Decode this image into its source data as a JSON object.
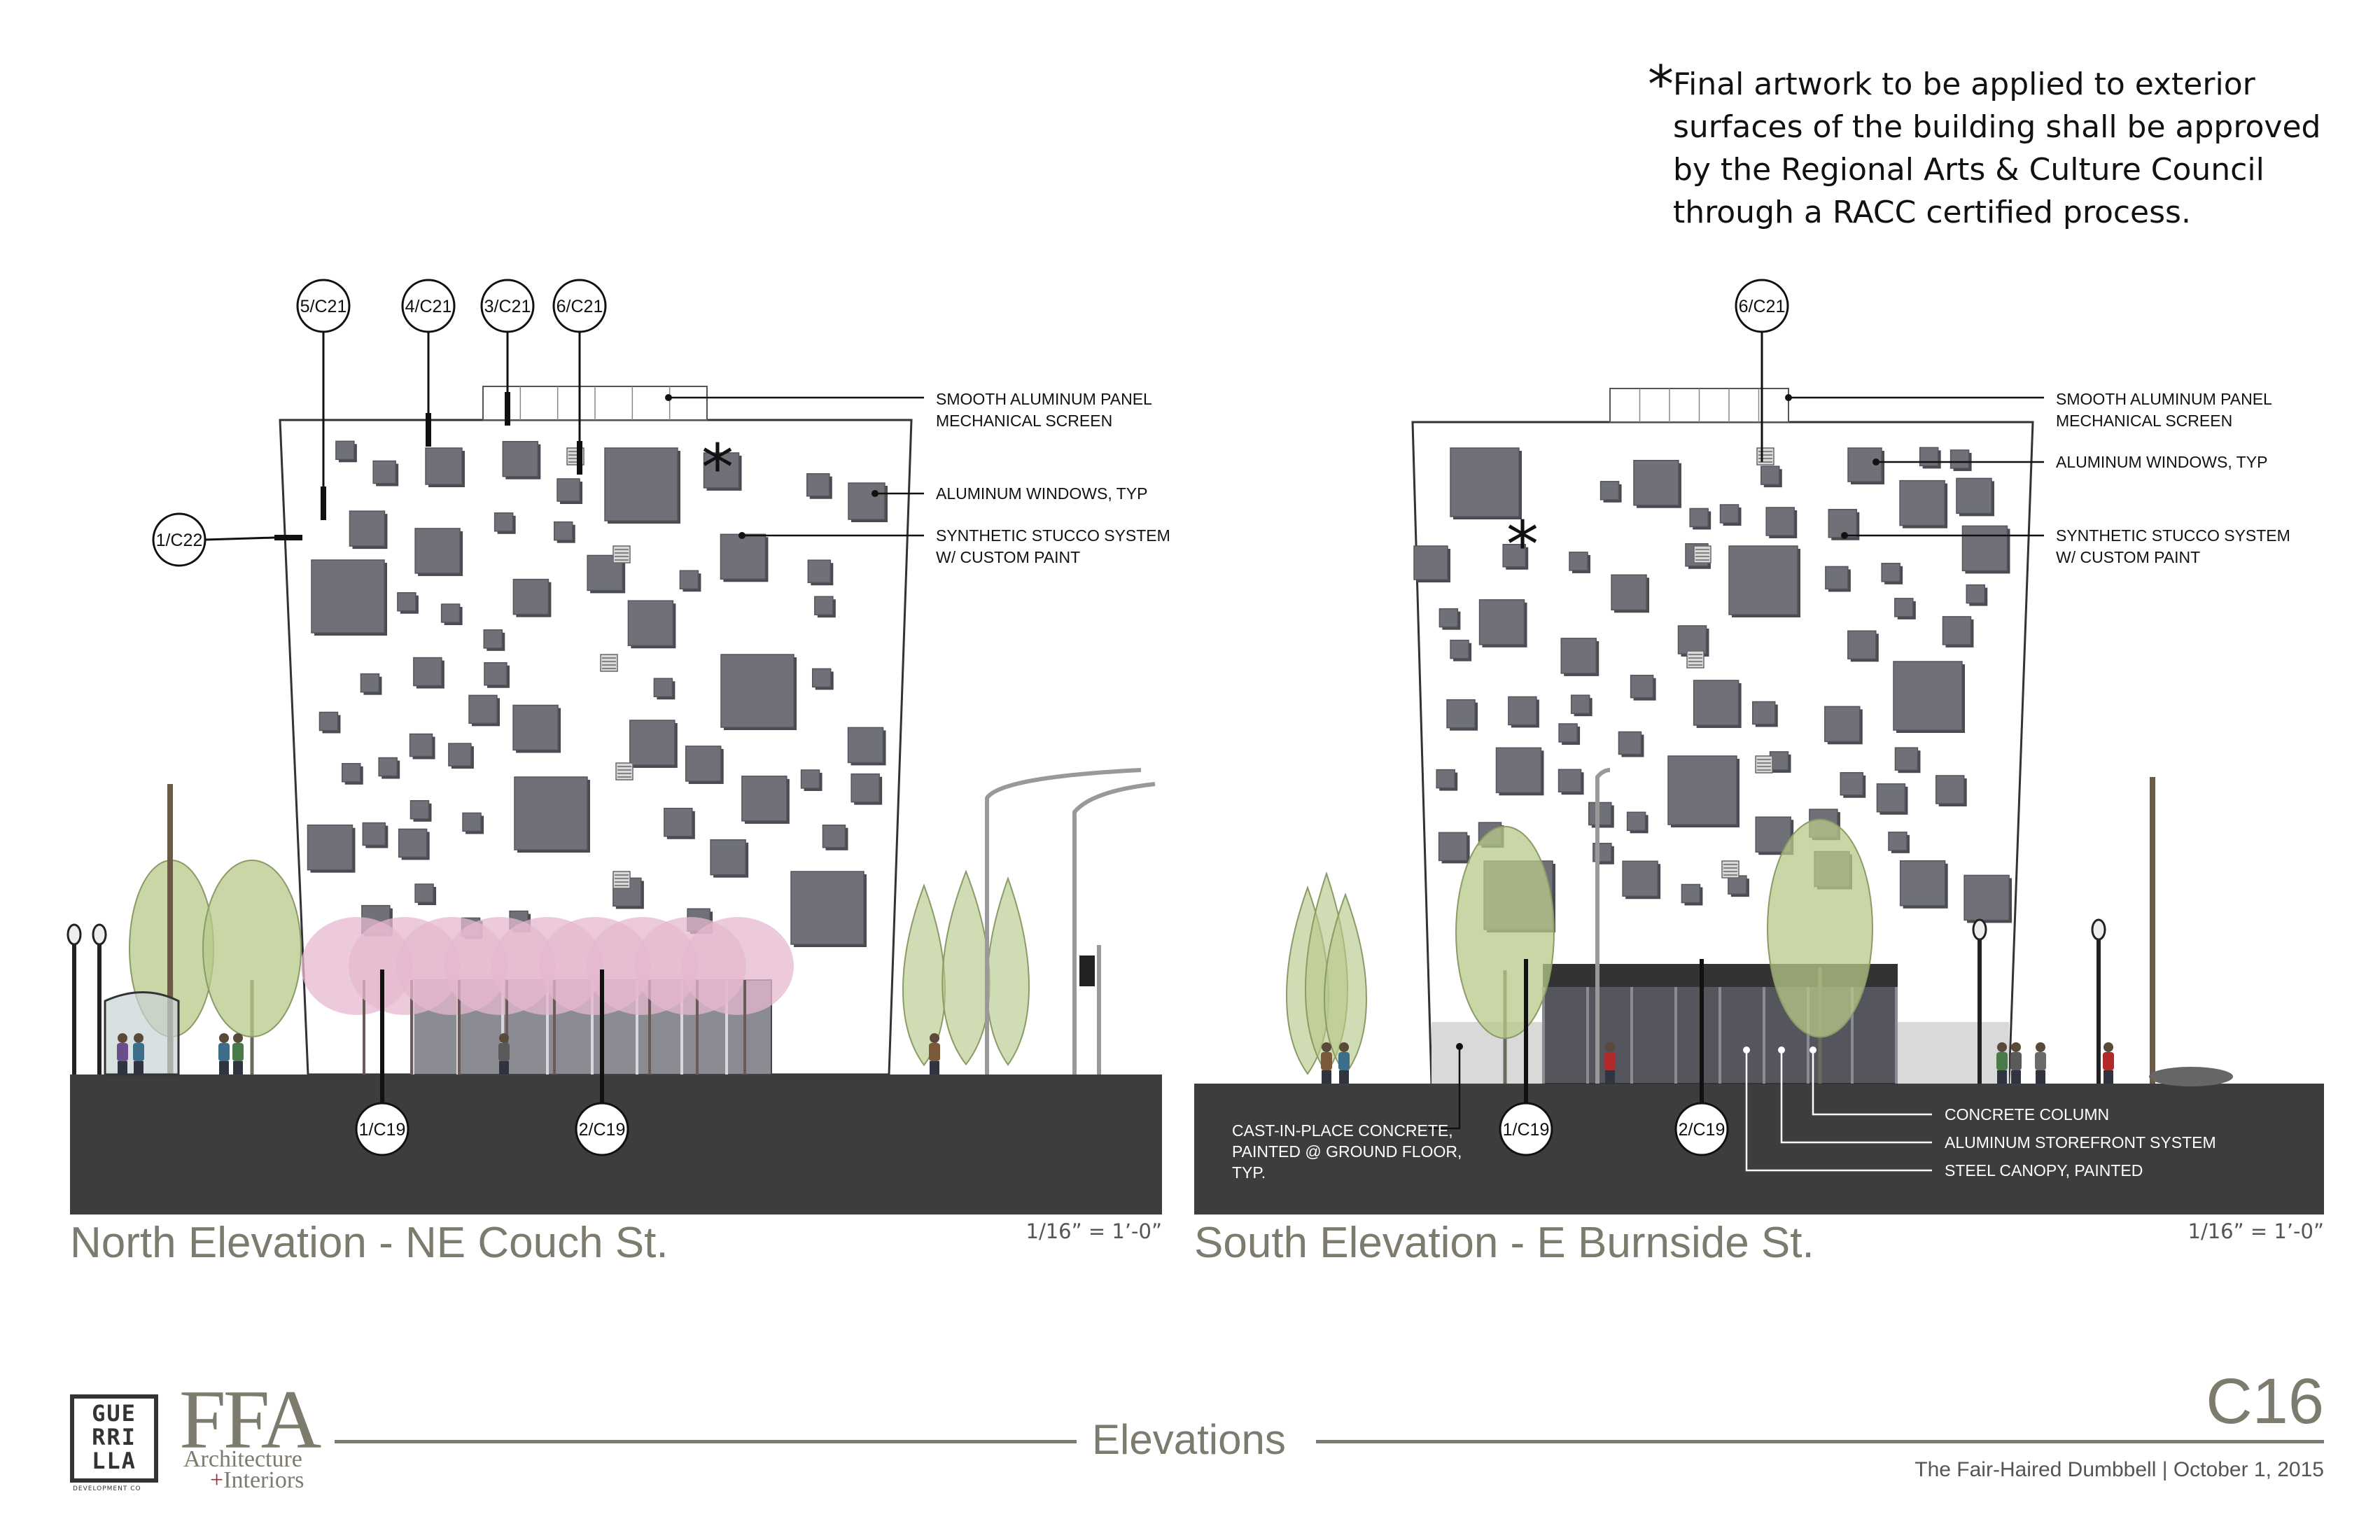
{
  "note": {
    "star": "*",
    "lines": [
      "Final artwork to be applied to exterior",
      "surfaces of the building shall be approved",
      "by the Regional Arts & Culture Council",
      "through a RACC certified process."
    ]
  },
  "north": {
    "title": "North Elevation - NE Couch St.",
    "scale": "1/16” = 1’-0”",
    "tags": [
      "5/C21",
      "4/C21",
      "3/C21",
      "6/C21",
      "1/C22",
      "1/C19",
      "2/C19"
    ],
    "callouts": [
      [
        "SMOOTH ALUMINUM PANEL",
        "MECHANICAL SCREEN"
      ],
      [
        "ALUMINUM WINDOWS, TYP"
      ],
      [
        "SYNTHETIC STUCCO SYSTEM",
        "W/ CUSTOM PAINT"
      ]
    ]
  },
  "south": {
    "title": "South Elevation - E Burnside St.",
    "scale": "1/16” = 1’-0”",
    "tags": [
      "6/C21",
      "1/C19",
      "2/C19"
    ],
    "callouts": [
      [
        "SMOOTH ALUMINUM PANEL",
        "MECHANICAL SCREEN"
      ],
      [
        "ALUMINUM WINDOWS, TYP"
      ],
      [
        "SYNTHETIC STUCCO SYSTEM",
        "W/ CUSTOM PAINT"
      ]
    ],
    "ground_note": [
      "CAST-IN-PLACE CONCRETE,",
      "PAINTED @ GROUND FLOOR,",
      "TYP."
    ],
    "bottom_callouts": [
      "CONCRETE COLUMN",
      "ALUMINUM STOREFRONT SYSTEM",
      "STEEL CANOPY, PAINTED"
    ]
  },
  "footer": {
    "sheet_title": "Elevations",
    "sheet_number": "C16",
    "project": "The Fair-Haired Dumbbell | October 1, 2015",
    "logo_guerrilla": [
      "GUE",
      "RRI",
      "LLA"
    ],
    "logo_guerrilla_sub": "DEVELOPMENT CO",
    "logo_ffa": "FFA",
    "logo_ffa_sub1": "Architecture",
    "logo_ffa_plus": "+",
    "logo_ffa_sub2": "Interiors"
  },
  "colors": {
    "facade": "#ffffff",
    "window": "#6f7078",
    "window_dark": "#4a4b52",
    "ground": "#3d3d3f",
    "tree_green": "#b7c98a",
    "blossom": "#e6b8cf",
    "accent_text": "#7d7b6d"
  }
}
